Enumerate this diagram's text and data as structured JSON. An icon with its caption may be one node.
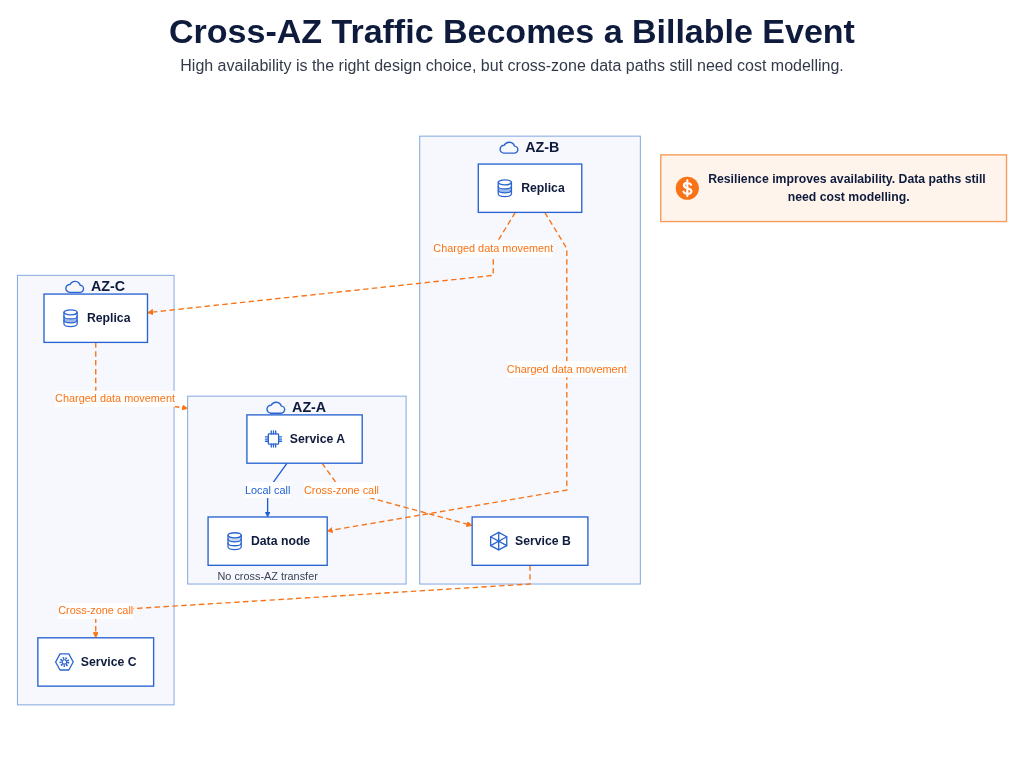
{
  "diagram": {
    "title": "Cross-AZ Traffic Becomes a Billable Event",
    "nodes": [
      {
        "text": [
          "AZ-A"
        ]
      },
      {
        "text": [
          "Service A"
        ],
        "in": 0
      },
      {
        "text": [
          "Data node"
        ],
        "in": 0,
        "beside": [
          "No cross-AZ transfer"
        ]
      },
      {
        "text": [
          "AZ-B"
        ]
      },
      {
        "text": [
          "Service B"
        ],
        "in": 3
      },
      {
        "text": [
          "Replica"
        ],
        "in": 3
      },
      {
        "text": [
          "AZ-C"
        ]
      },
      {
        "text": [
          "Service C"
        ],
        "in": 6
      },
      {
        "text": [
          "Replica"
        ],
        "in": 6
      },
      {
        "text": [
          "Resilience improves availability. Data paths still need cost modelling."
        ]
      }
    ],
    "edges": [
      {
        "from": 1,
        "to": 4,
        "arrow": "to",
        "label": "Cross-zone call",
        "style": "dashed"
      },
      {
        "from": 4,
        "to": 7,
        "arrow": "to",
        "label": "Cross-zone call",
        "style": "dashed"
      },
      {
        "from": 1,
        "to": 2,
        "arrow": "to",
        "label": "Local call",
        "color": "#1f5fd1"
      },
      {
        "from": 5,
        "to": 2,
        "arrow": "to",
        "label": "Charged data movement",
        "style": "dashed"
      },
      {
        "from": 5,
        "to": 8,
        "arrow": "to",
        "label": "Charged data movement",
        "style": "dashed"
      },
      {
        "from": 8,
        "to": 0,
        "arrow": "to",
        "label": "Charged data movement",
        "style": "dashed"
      }
    ],
    "labels": [
      "High availability is the right design choice, but cross-zone data paths still need cost modelling."
    ]
  }
}
